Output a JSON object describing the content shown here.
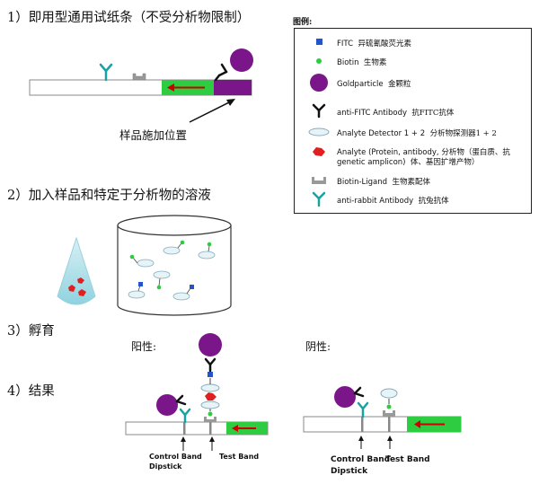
{
  "steps": {
    "s1": "1）即用型通用试纸条（不受分析物限制）",
    "s2": "2）加入样品和特定于分析物的溶液",
    "s3": "3）孵育",
    "s4": "4）结果"
  },
  "sample_site_label": "样品施加位置",
  "legend": {
    "title": "图例:",
    "items": [
      {
        "icon": "fitc-square-icon",
        "en": "FITC",
        "cn": "异硫氰酸荧光素"
      },
      {
        "icon": "biotin-dot-icon",
        "en": "Biotin",
        "cn": "生物素"
      },
      {
        "icon": "goldparticle-icon",
        "en": "Goldparticle",
        "cn": "金颗粒"
      },
      {
        "icon": "anti-fitc-antibody-icon",
        "en": "anti-FITC Antibody",
        "cn": "抗FITC抗体"
      },
      {
        "icon": "analyte-detector-icon",
        "en": "Analyte Detector 1 + 2",
        "cn": "分析物探测器1 + 2"
      },
      {
        "icon": "analyte-icon",
        "en": "Analyte (Protein, antibody,",
        "en2": "genetic amplicon)",
        "cn": "分析物（蛋白质、抗",
        "cn2": "体、基因扩增产物）"
      },
      {
        "icon": "biotin-ligand-icon",
        "en": "Biotin-Ligand",
        "cn": "生物素配体"
      },
      {
        "icon": "anti-rabbit-antibody-icon",
        "en": "anti-rabbit Antibody",
        "cn": "抗兔抗体"
      }
    ]
  },
  "results": {
    "positive_label": "阳性:",
    "negative_label": "阴性:",
    "control_band": "Control Band",
    "dipstick": "Dipstick",
    "test_band": "Test Band"
  },
  "colors": {
    "purple": "#7b168a",
    "green": "#2ecc40",
    "red": "#e02020",
    "teal": "#18a3a3",
    "blue": "#2255cc",
    "gray": "#8a8a8a"
  }
}
